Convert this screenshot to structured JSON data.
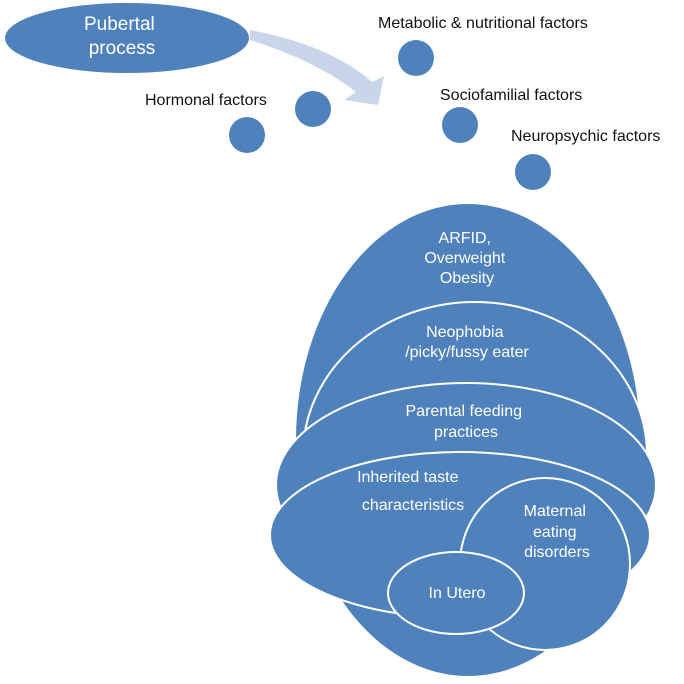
{
  "colors": {
    "fill": "#4f81bd",
    "stroke": "#ffffff",
    "arrow": "#c9d6ea",
    "text_dark": "#111111",
    "text_light": "#ffffff"
  },
  "top_ellipse": {
    "line1": "Pubertal",
    "line2": "process"
  },
  "factors": {
    "hormonal": "Hormonal factors",
    "metabolic": "Metabolic & nutritional factors",
    "sociofamilial": "Sociofamilial factors",
    "neuropsychic": "Neuropsychic factors"
  },
  "layers": {
    "arfid": {
      "line1": "ARFID,",
      "line2": "Overweight",
      "line3": "Obesity"
    },
    "neophobia": {
      "line1": "Neophobia",
      "line2": "/picky/fussy eater"
    },
    "parental": {
      "line1": "Parental feeding",
      "line2": "practices"
    },
    "inherited": {
      "line1": "Inherited taste",
      "line2": "characteristics"
    },
    "maternal": {
      "line1": "Maternal",
      "line2": "eating",
      "line3": "disorders"
    },
    "in_utero": {
      "label": "In Utero"
    }
  }
}
